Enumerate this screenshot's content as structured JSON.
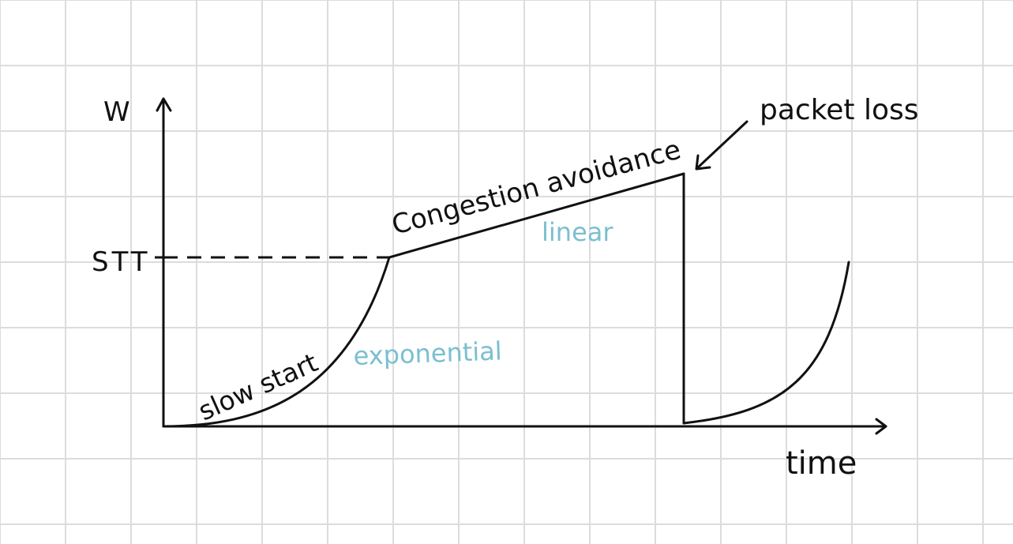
{
  "diagram": {
    "y_axis_label": "W",
    "x_axis_label": "time",
    "threshold_label": "STT",
    "labels": {
      "slow_start": "slow start",
      "exponential": "exponential",
      "congestion_avoidance": "Congestion avoidance",
      "linear": "linear",
      "packet_loss": "packet loss"
    },
    "colors": {
      "background": "#ffffff",
      "grid": "#dcdcdc",
      "ink": "#111111",
      "annotation": "#7bbfd0"
    }
  }
}
